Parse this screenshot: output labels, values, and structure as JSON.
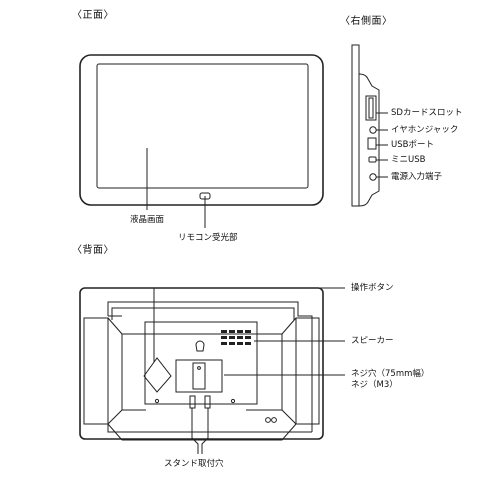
{
  "front": {
    "title": "〈正面〉",
    "labels": {
      "lcd": "液晶画面",
      "remote_receiver": "リモコン受光部"
    }
  },
  "right_side": {
    "title": "〈右側面〉",
    "labels": {
      "sd_slot": "SDカードスロット",
      "earphone_jack": "イヤホンジャック",
      "usb_port": "USBポート",
      "mini_usb": "ミニUSB",
      "power_input": "電源入力端子"
    }
  },
  "back": {
    "title": "〈背面〉",
    "labels": {
      "operation_buttons": "操作ボタン",
      "speaker": "スピーカー",
      "screw_hole_line1": "ネジ穴（75mm幅）",
      "screw_hole_line2": "ネジ（M3）",
      "stand_holes": "スタンド取付穴"
    }
  }
}
